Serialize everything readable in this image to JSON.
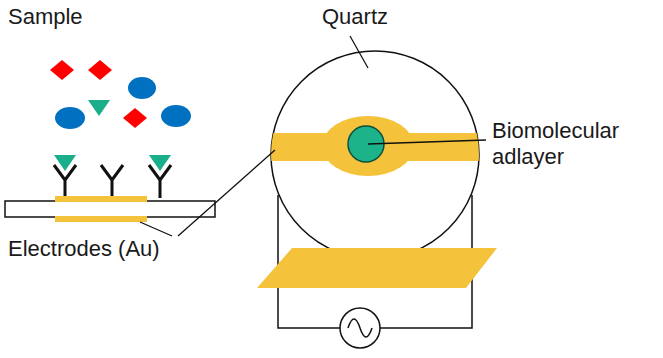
{
  "diagram": {
    "labels": [
      "Sample",
      "Quartz",
      "Biomolecular adlayer",
      "Electrodes (Au)"
    ]
  }
}
